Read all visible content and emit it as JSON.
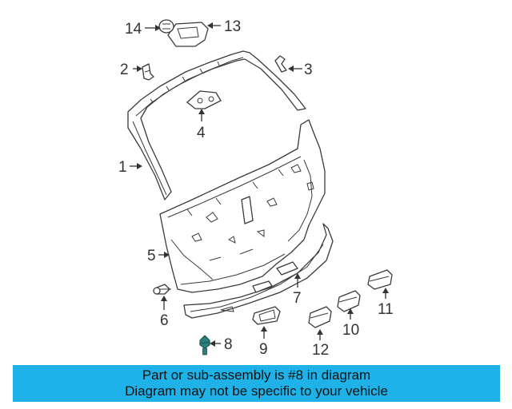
{
  "callouts": {
    "c1": "1",
    "c2": "2",
    "c3": "3",
    "c4": "4",
    "c5": "5",
    "c6": "6",
    "c7": "7",
    "c8": "8",
    "c9": "9",
    "c10": "10",
    "c11": "11",
    "c12": "12",
    "c13": "13",
    "c14": "14"
  },
  "highlight_color": "#2a7f7a",
  "banner": {
    "line1": "Part or sub-assembly is #8 in diagram",
    "line2": "Diagram may not be specific to your vehicle",
    "color": "#1fb2e8"
  }
}
